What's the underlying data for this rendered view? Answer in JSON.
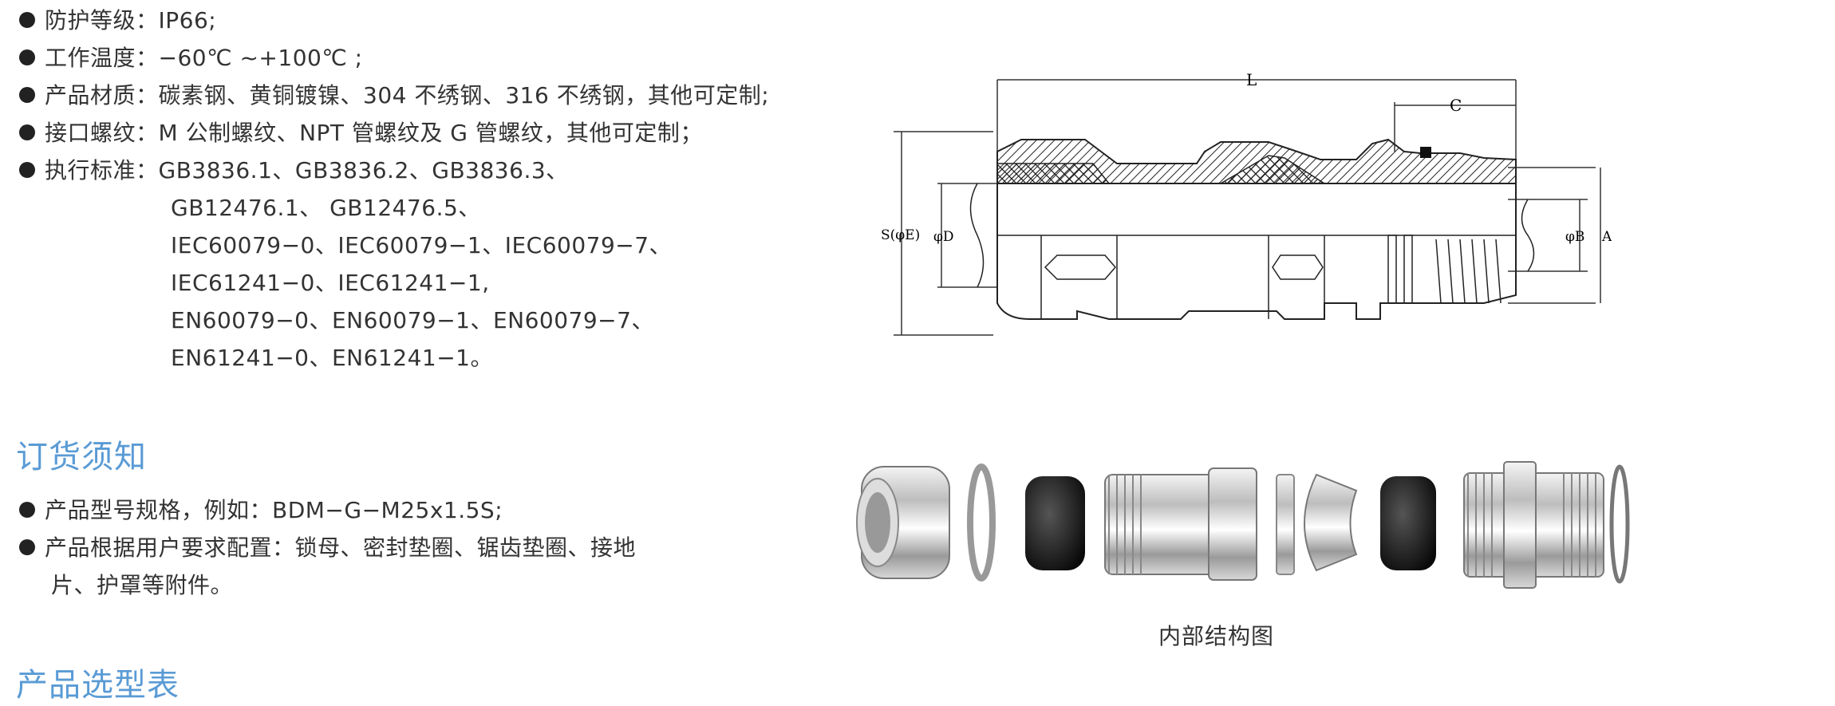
{
  "specs": [
    {
      "label": "防护等级：",
      "value": "IP66;"
    },
    {
      "label": "工作温度：",
      "value": "−60℃ ~+100℃ ;"
    },
    {
      "label": "产品材质：",
      "value": "碳素钢、黄铜镀镍、304 不绣钢、316 不绣钢，其他可定制;"
    },
    {
      "label": "接口螺纹：",
      "value": "M 公制螺纹、NPT 管螺纹及 G 管螺纹，其他可定制；"
    },
    {
      "label": "执行标准：",
      "value": "GB3836.1、GB3836.2、GB3836.3、"
    }
  ],
  "standards_continued": [
    "GB12476.1、  GB12476.5、",
    "IEC60079−0、IEC60079−1、IEC60079−7、",
    "IEC61241−0、IEC61241−1,",
    "EN60079−0、EN60079−1、EN60079−7、",
    "EN61241−0、EN61241−1。"
  ],
  "ordering": {
    "heading": "订货须知",
    "items": [
      {
        "line1": "产品型号规格，例如：BDM−G−M25x1.5S;"
      },
      {
        "line1": "产品根据用户要求配置：锁母、密封垫圈、锯齿垫圈、接地",
        "line2": "片、护罩等附件。"
      }
    ]
  },
  "selection_heading": "产品选型表",
  "diagram": {
    "dim_L": "L",
    "dim_C": "C",
    "dim_S": "S(φE)",
    "dim_D": "φD",
    "dim_B": "φB",
    "dim_A": "A"
  },
  "photo_caption": "内部结构图",
  "colors": {
    "heading": "#5a9bd5",
    "text": "#333333"
  }
}
